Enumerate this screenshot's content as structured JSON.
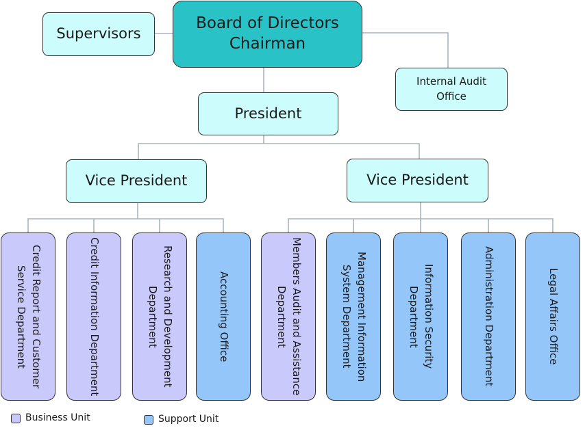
{
  "colors": {
    "board_fill": "#29c3c7",
    "box_fill": "#ccfcfc",
    "business_fill": "#c9c9fb",
    "support_fill": "#94c6fa",
    "line": "#a9b3bd",
    "border": "#333333"
  },
  "org": {
    "board": {
      "line1": "Board of Directors",
      "line2": "Chairman"
    },
    "supervisors": "Supervisors",
    "internal_audit": {
      "line1": "Internal Audit",
      "line2": "Office"
    },
    "president": "President",
    "vp_left": "Vice President",
    "vp_right": "Vice President",
    "departments": [
      {
        "name": "Credit Report and Customer Service Department",
        "unit": "business"
      },
      {
        "name": "Credit Information Department",
        "unit": "business"
      },
      {
        "name": "Research and Development Department",
        "unit": "business"
      },
      {
        "name": "Accounting Office",
        "unit": "support"
      },
      {
        "name": "Members Audit and Assistance Department",
        "unit": "business"
      },
      {
        "name": "Management Information System Department",
        "unit": "support"
      },
      {
        "name": "Information Security Department",
        "unit": "support"
      },
      {
        "name": "Administration Department",
        "unit": "support"
      },
      {
        "name": "Legal Affairs Office",
        "unit": "support"
      }
    ]
  },
  "legend": {
    "business": "Business Unit",
    "support": "Support Unit"
  }
}
